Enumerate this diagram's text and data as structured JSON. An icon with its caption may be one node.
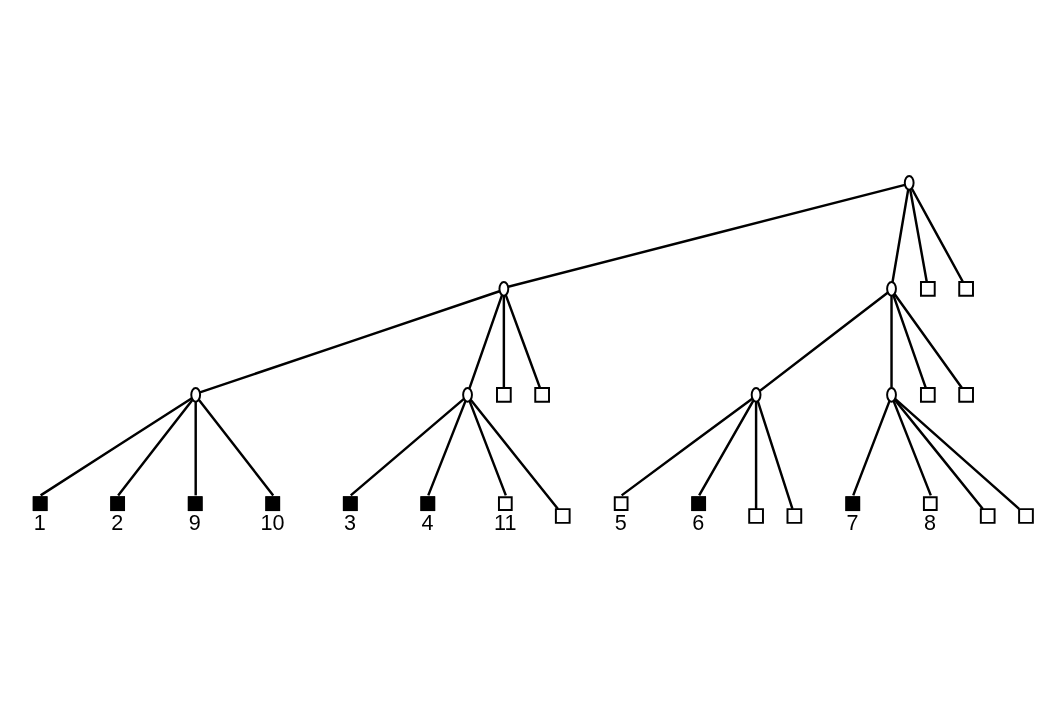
{
  "diagram": {
    "nodes": [
      {
        "text": [],
        "shape": "circle"
      },
      {
        "text": [],
        "shape": "circle"
      },
      {
        "text": [],
        "shape": "circle"
      },
      {
        "text": [],
        "shape": "box"
      },
      {
        "text": [],
        "shape": "box"
      },
      {
        "text": [],
        "shape": "circle"
      },
      {
        "text": [],
        "shape": "circle"
      },
      {
        "text": [],
        "shape": "box"
      },
      {
        "text": [],
        "shape": "box"
      },
      {
        "text": [],
        "shape": "circle"
      },
      {
        "text": [],
        "shape": "circle"
      },
      {
        "text": [],
        "shape": "box"
      },
      {
        "text": [],
        "shape": "box"
      },
      {
        "text": [],
        "shape": "block",
        "beside": [
          "1"
        ]
      },
      {
        "text": [],
        "shape": "block",
        "beside": [
          "2"
        ]
      },
      {
        "text": [],
        "shape": "block",
        "beside": [
          "9"
        ]
      },
      {
        "text": [],
        "shape": "block",
        "beside": [
          "10"
        ]
      },
      {
        "text": [],
        "shape": "block",
        "beside": [
          "3"
        ]
      },
      {
        "text": [],
        "shape": "block",
        "beside": [
          "4"
        ]
      },
      {
        "text": [],
        "shape": "box",
        "beside": [
          "11"
        ]
      },
      {
        "text": [],
        "shape": "box"
      },
      {
        "text": [],
        "shape": "box",
        "beside": [
          "5"
        ]
      },
      {
        "text": [],
        "shape": "block",
        "beside": [
          "6"
        ]
      },
      {
        "text": [],
        "shape": "box"
      },
      {
        "text": [],
        "shape": "box"
      },
      {
        "text": [],
        "shape": "block",
        "beside": [
          "7"
        ]
      },
      {
        "text": [],
        "shape": "box",
        "beside": [
          "8"
        ]
      },
      {
        "text": [],
        "shape": "box"
      },
      {
        "text": [],
        "shape": "box"
      }
    ],
    "edges": [
      {
        "from": 0,
        "to": 1,
        "arrow": "none"
      },
      {
        "from": 0,
        "to": 2,
        "arrow": "none"
      },
      {
        "from": 0,
        "to": 3,
        "arrow": "none"
      },
      {
        "from": 0,
        "to": 4,
        "arrow": "none"
      },
      {
        "from": 1,
        "to": 5,
        "arrow": "none"
      },
      {
        "from": 1,
        "to": 6,
        "arrow": "none"
      },
      {
        "from": 1,
        "to": 7,
        "arrow": "none"
      },
      {
        "from": 1,
        "to": 8,
        "arrow": "none"
      },
      {
        "from": 2,
        "to": 9,
        "arrow": "none"
      },
      {
        "from": 2,
        "to": 10,
        "arrow": "none"
      },
      {
        "from": 2,
        "to": 11,
        "arrow": "none"
      },
      {
        "from": 2,
        "to": 12,
        "arrow": "none"
      },
      {
        "from": 5,
        "to": 13,
        "arrow": "none"
      },
      {
        "from": 5,
        "to": 14,
        "arrow": "none"
      },
      {
        "from": 5,
        "to": 15,
        "arrow": "none"
      },
      {
        "from": 5,
        "to": 16,
        "arrow": "none"
      },
      {
        "from": 6,
        "to": 17,
        "arrow": "none"
      },
      {
        "from": 6,
        "to": 18,
        "arrow": "none"
      },
      {
        "from": 6,
        "to": 19,
        "arrow": "none"
      },
      {
        "from": 6,
        "to": 20,
        "arrow": "none"
      },
      {
        "from": 9,
        "to": 21,
        "arrow": "none"
      },
      {
        "from": 9,
        "to": 22,
        "arrow": "none"
      },
      {
        "from": 9,
        "to": 23,
        "arrow": "none"
      },
      {
        "from": 9,
        "to": 24,
        "arrow": "none"
      },
      {
        "from": 10,
        "to": 25,
        "arrow": "none"
      },
      {
        "from": 10,
        "to": 26,
        "arrow": "none"
      },
      {
        "from": 10,
        "to": 27,
        "arrow": "none"
      },
      {
        "from": 10,
        "to": 28,
        "arrow": "none"
      }
    ]
  }
}
